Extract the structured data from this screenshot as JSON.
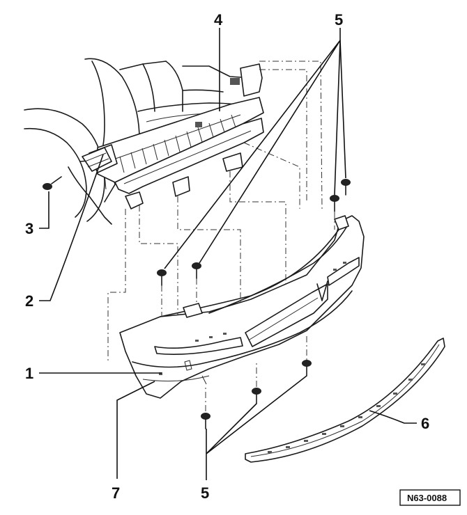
{
  "figure_id": "N63-0088",
  "callouts": {
    "c1": "1",
    "c2": "2",
    "c3": "3",
    "c4": "4",
    "c5_top": "5",
    "c5_bottom": "5",
    "c6": "6",
    "c7": "7"
  }
}
